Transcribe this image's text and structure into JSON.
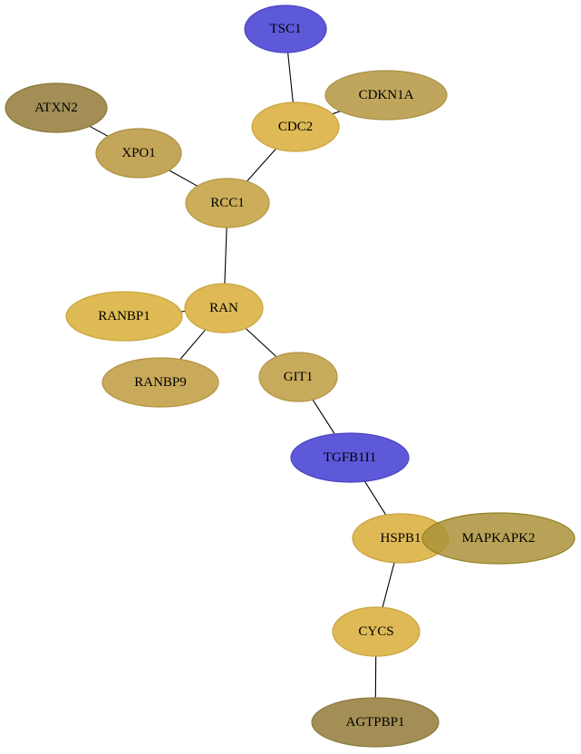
{
  "nodes": [
    {
      "id": "TSC1",
      "label": "TSC1",
      "fill": "#5e59d9",
      "stroke": "#4a45c0"
    },
    {
      "id": "CDKN1A",
      "label": "CDKN1A",
      "fill": "#bfa65c",
      "stroke": "#a88f45"
    },
    {
      "id": "ATXN2",
      "label": "ATXN2",
      "fill": "#a38f55",
      "stroke": "#8c7840"
    },
    {
      "id": "CDC2",
      "label": "CDC2",
      "fill": "#deb956",
      "stroke": "#c8a33e"
    },
    {
      "id": "XPO1",
      "label": "XPO1",
      "fill": "#c4a65a",
      "stroke": "#ad8f42"
    },
    {
      "id": "RCC1",
      "label": "RCC1",
      "fill": "#ccae5a",
      "stroke": "#b59742"
    },
    {
      "id": "RAN",
      "label": "RAN",
      "fill": "#deb956",
      "stroke": "#c8a33e"
    },
    {
      "id": "RANBP1",
      "label": "RANBP1",
      "fill": "#debb54",
      "stroke": "#c8a53c"
    },
    {
      "id": "RANBP9",
      "label": "RANBP9",
      "fill": "#c9aa5a",
      "stroke": "#b29342"
    },
    {
      "id": "GIT1",
      "label": "GIT1",
      "fill": "#c8aa5c",
      "stroke": "#b19344"
    },
    {
      "id": "TGFB1I1",
      "label": "TGFB1I1",
      "fill": "#5e59d9",
      "stroke": "#4a45c0"
    },
    {
      "id": "HSPB1",
      "label": "HSPB1",
      "fill": "#deb956",
      "stroke": "#c8a33e"
    },
    {
      "id": "MAPKAPK2",
      "label": "MAPKAPK2",
      "fill": "#ab9239",
      "stroke": "#94801f",
      "opacity": 0.85
    },
    {
      "id": "CYCS",
      "label": "CYCS",
      "fill": "#deb956",
      "stroke": "#c8a33e"
    },
    {
      "id": "AGTPBP1",
      "label": "AGTPBP1",
      "fill": "#a38f55",
      "stroke": "#8c7840"
    }
  ],
  "edges": [
    [
      "TSC1",
      "CDC2"
    ],
    [
      "CDKN1A",
      "CDC2"
    ],
    [
      "ATXN2",
      "XPO1"
    ],
    [
      "CDC2",
      "RCC1"
    ],
    [
      "XPO1",
      "RCC1"
    ],
    [
      "RCC1",
      "RAN"
    ],
    [
      "RAN",
      "RANBP1"
    ],
    [
      "RAN",
      "RANBP9"
    ],
    [
      "RAN",
      "GIT1"
    ],
    [
      "GIT1",
      "TGFB1I1"
    ],
    [
      "TGFB1I1",
      "HSPB1"
    ],
    [
      "HSPB1",
      "MAPKAPK2"
    ],
    [
      "HSPB1",
      "CYCS"
    ],
    [
      "CYCS",
      "AGTPBP1"
    ]
  ]
}
